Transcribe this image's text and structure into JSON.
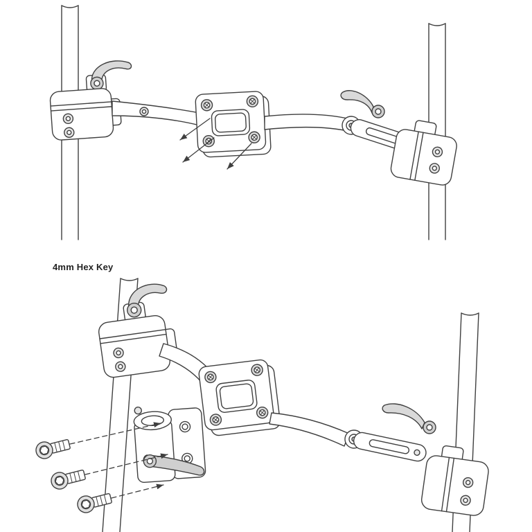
{
  "diagram": {
    "label": "4mm Hex Key",
    "line_color": "#3f3f3f",
    "background": "#ffffff",
    "lever_fill": "#d9d9d9",
    "screw_fill": "#dcdcdc",
    "panels": {
      "top": {
        "name": "crossbar-assembly-screw-callouts",
        "arrow_count": 3
      },
      "bottom": {
        "name": "accessory-clamp-installation",
        "screw_count": 3
      }
    }
  }
}
